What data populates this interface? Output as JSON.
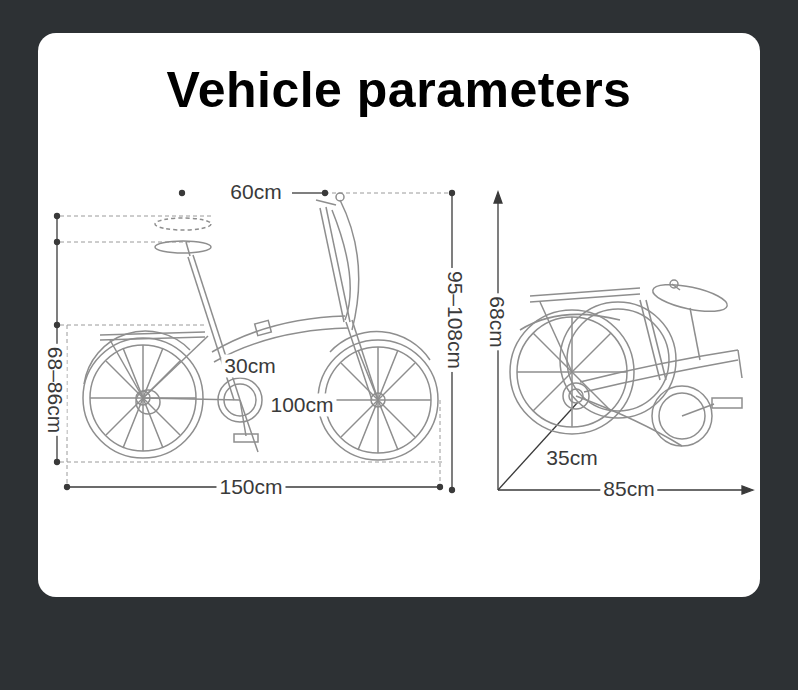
{
  "diagram": {
    "title": "Vehicle parameters",
    "labels": [
      "60cm",
      "95–108cm",
      "68–86cm",
      "30cm",
      "100cm",
      "150cm",
      "68cm",
      "35cm",
      "85cm"
    ]
  }
}
